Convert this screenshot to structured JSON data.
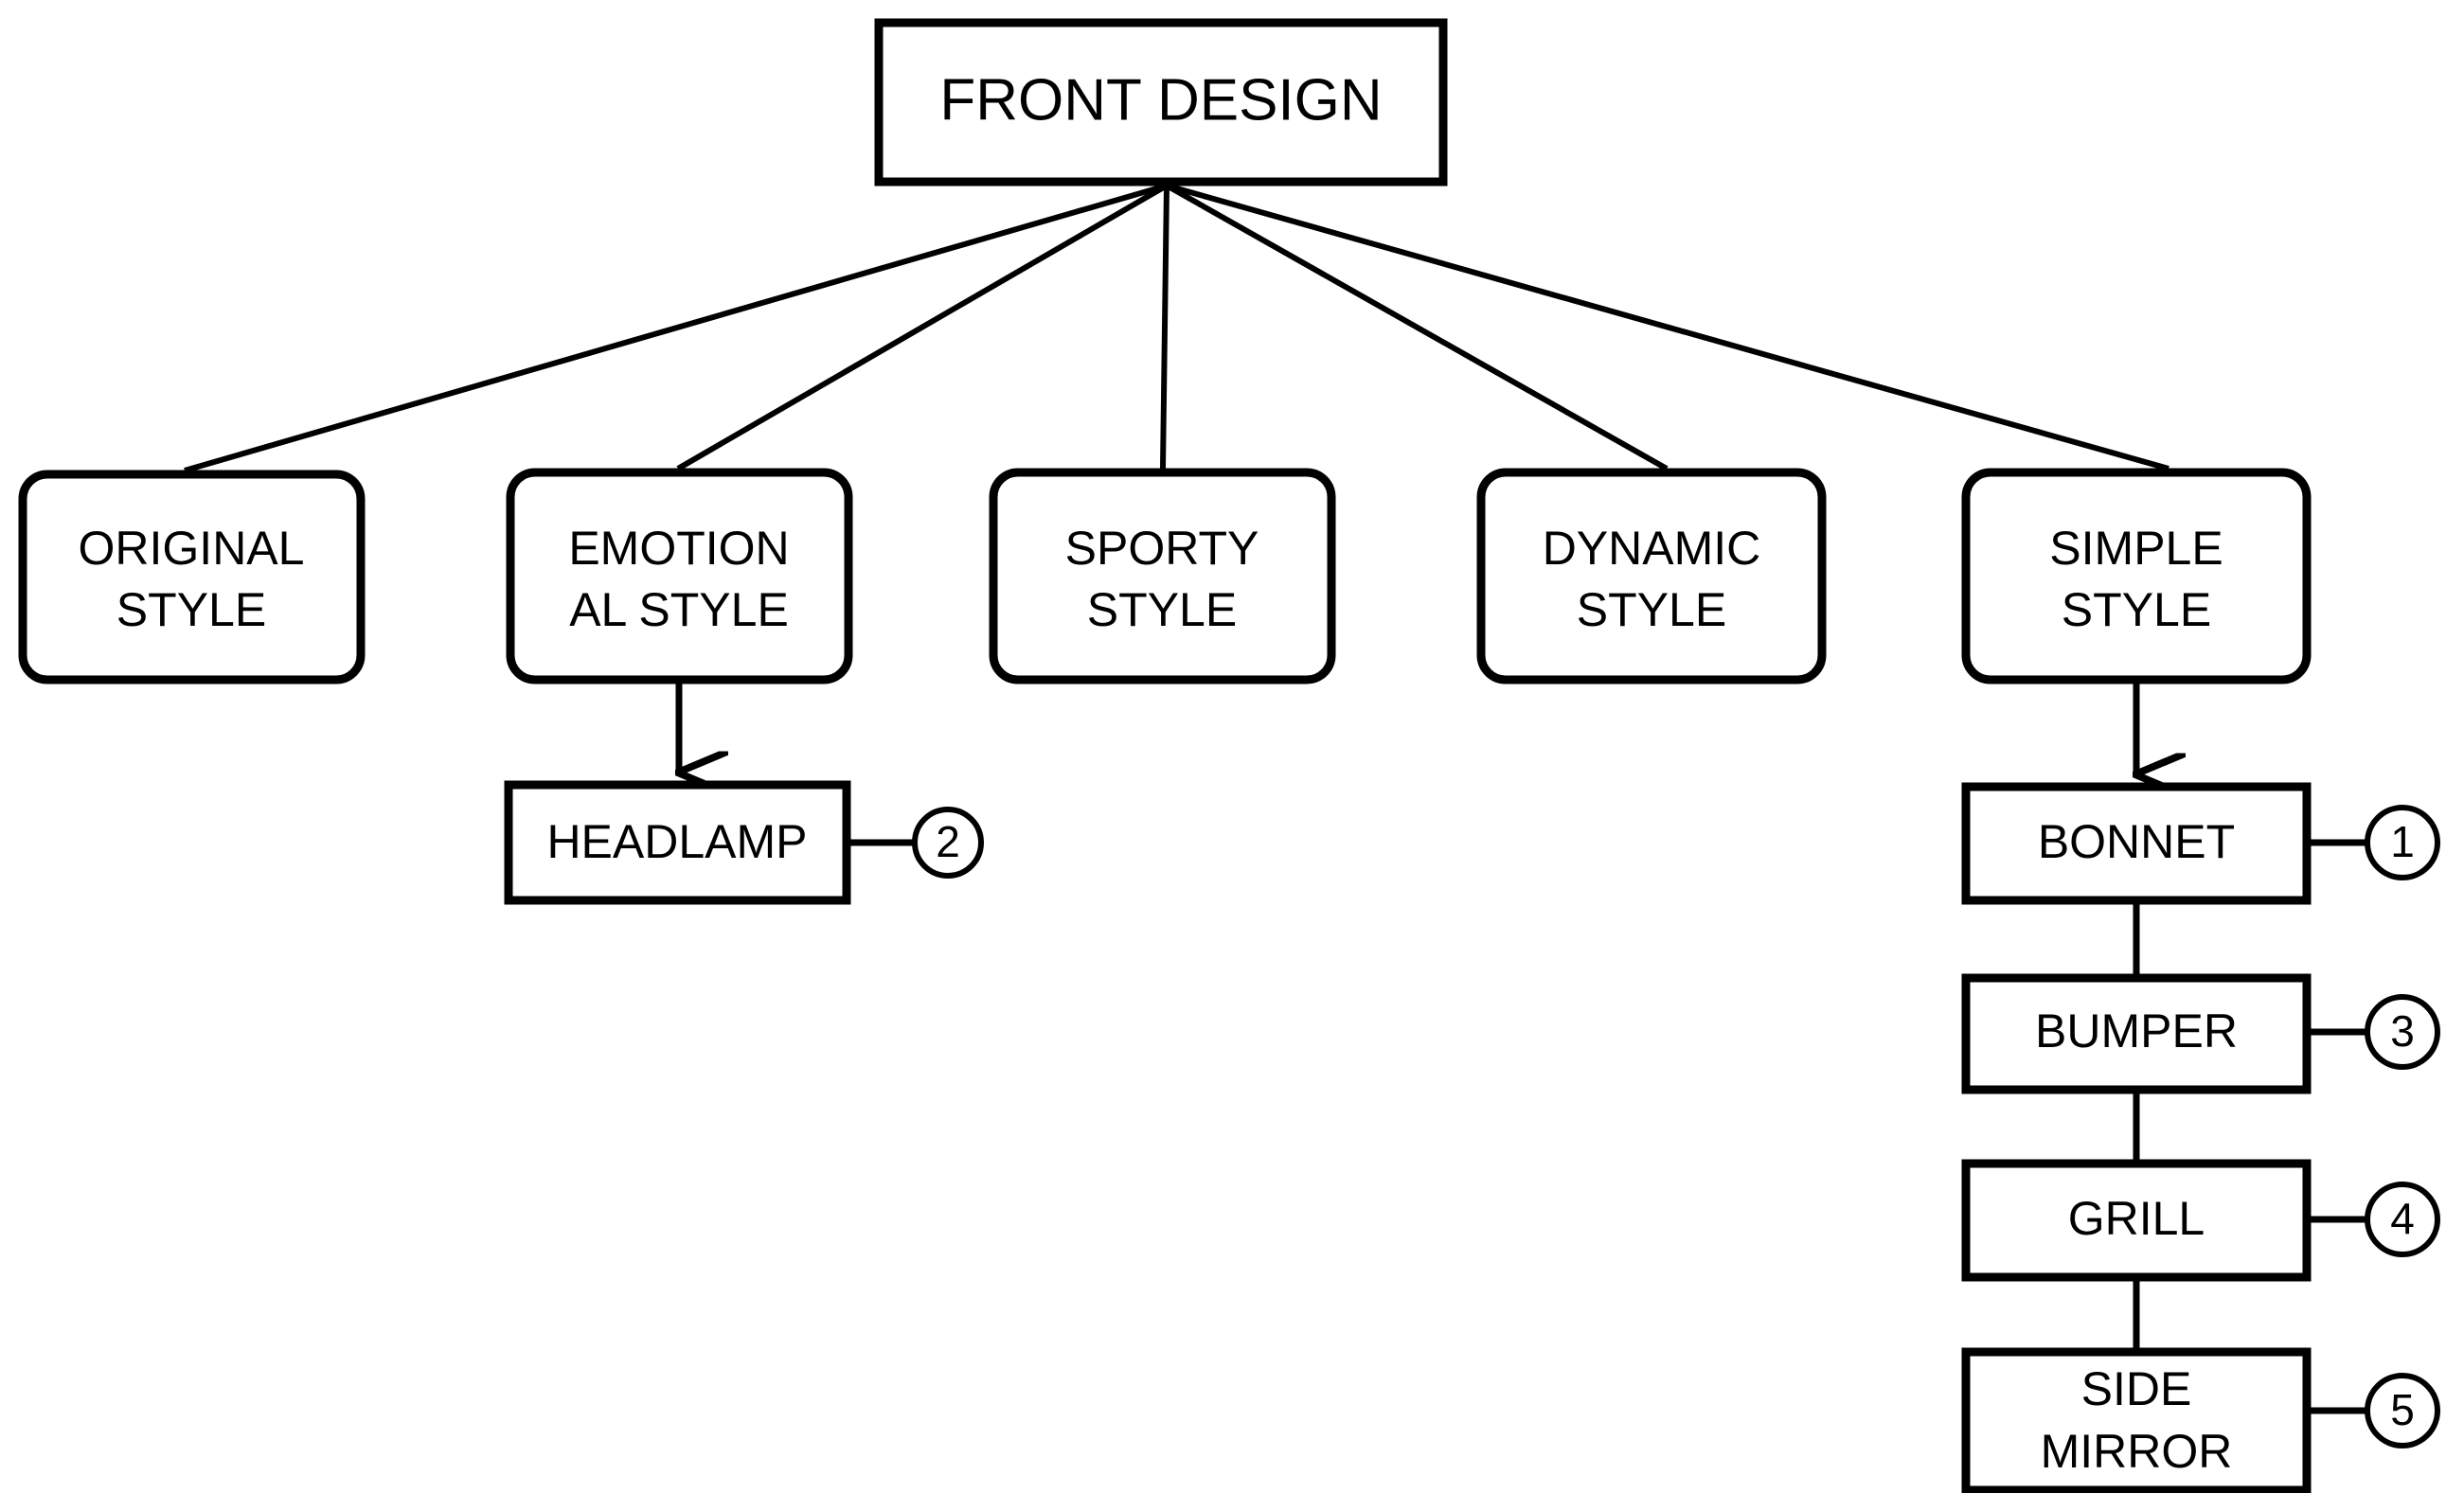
{
  "diagram": {
    "title": "Front Design Style Breakdown Tree",
    "background_color": "#ffffff",
    "line_color": "#000000",
    "text_color": "#000000"
  },
  "root": {
    "label": "FRONT DESIGN"
  },
  "styles": [
    {
      "id": "original",
      "label_line1": "ORIGINAL",
      "label_line2": "STYLE"
    },
    {
      "id": "emotional",
      "label_line1": "EMOTION",
      "label_line2": "AL STYLE"
    },
    {
      "id": "sporty",
      "label_line1": "SPORTY",
      "label_line2": "STYLE"
    },
    {
      "id": "dynamic",
      "label_line1": "DYNAMIC",
      "label_line2": "STYLE"
    },
    {
      "id": "simple",
      "label_line1": "SIMPLE",
      "label_line2": "STYLE"
    }
  ],
  "parts": [
    {
      "id": "headlamp",
      "label_line1": "HEADLAMP",
      "label_line2": "",
      "marker": "2"
    },
    {
      "id": "bonnet",
      "label_line1": "BONNET",
      "label_line2": "",
      "marker": "1"
    },
    {
      "id": "bumper",
      "label_line1": "BUMPER",
      "label_line2": "",
      "marker": "3"
    },
    {
      "id": "grill",
      "label_line1": "GRILL",
      "label_line2": "",
      "marker": "4"
    },
    {
      "id": "side-mirror",
      "label_line1": "SIDE",
      "label_line2": "MIRROR",
      "marker": "5"
    }
  ]
}
